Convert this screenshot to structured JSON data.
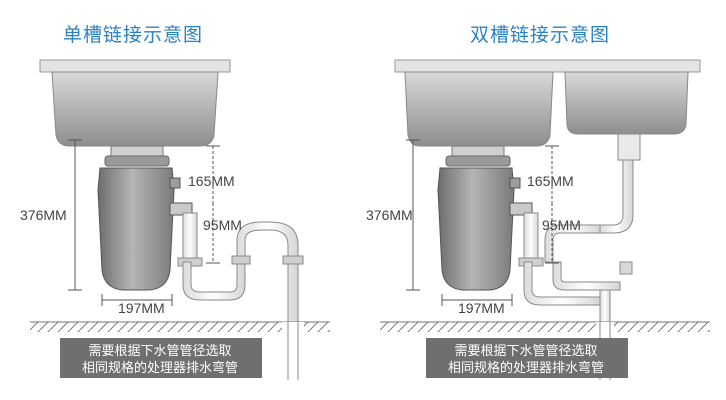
{
  "left": {
    "title": "单槽链接示意图",
    "height_label": "376MM",
    "upper_label": "165MM",
    "lower_label": "95MM",
    "width_label": "197MM",
    "note_line1": "需要根据下水管管径选取",
    "note_line2": "相同规格的处理器排水弯管"
  },
  "right": {
    "title": "双槽链接示意图",
    "height_label": "376MM",
    "upper_label": "165MM",
    "lower_label": "95MM",
    "width_label": "197MM",
    "note_line1": "需要根据下水管管径选取",
    "note_line2": "相同规格的处理器排水弯管"
  },
  "colors": {
    "title": "#2a82c8",
    "sink": "#9a9a9a",
    "unit": "#8a8a8a",
    "pipe": "#f2f2f2",
    "note_bg": "#6f6f6f"
  }
}
